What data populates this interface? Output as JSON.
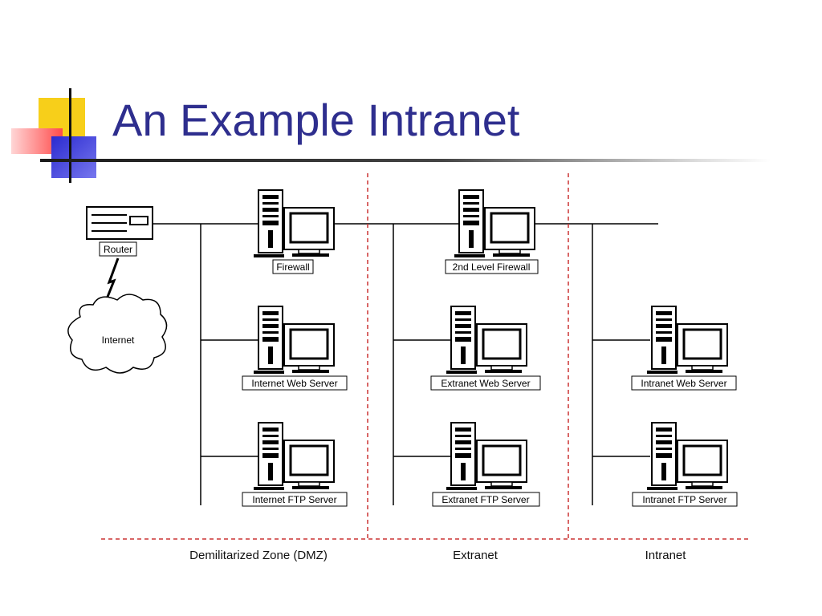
{
  "slide": {
    "title": "An Example Intranet"
  },
  "diagram": {
    "router_label": "Router",
    "internet_label": "Internet",
    "servers": {
      "firewall": "Firewall",
      "second_firewall": "2nd Level Firewall",
      "internet_web": "Internet Web Server",
      "extranet_web": "Extranet Web Server",
      "intranet_web": "Intranet Web Server",
      "internet_ftp": "Internet FTP Server",
      "extranet_ftp": "Extranet FTP Server",
      "intranet_ftp": "Intranet FTP Server"
    },
    "zones": {
      "dmz": "Demilitarized Zone (DMZ)",
      "extranet": "Extranet",
      "intranet": "Intranet"
    }
  },
  "colors": {
    "title": "#2e2e8e",
    "zone_border": "#cc3333",
    "deco_yellow": "#f7d117",
    "deco_blue": "#3333cc",
    "deco_red": "#ee4444"
  }
}
